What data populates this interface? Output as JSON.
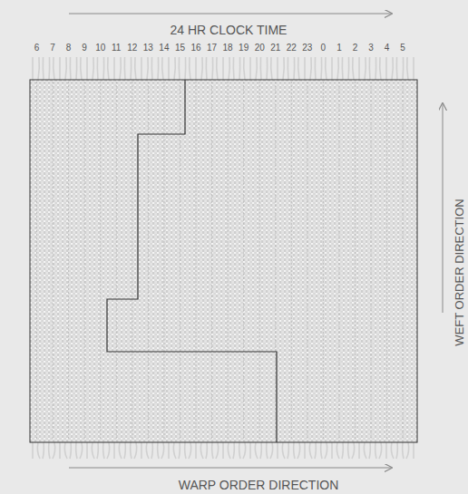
{
  "diagram": {
    "labels": [
      "24 HR CLOCK TIME",
      "6",
      "7",
      "8",
      "9",
      "10",
      "11",
      "12",
      "13",
      "14",
      "15",
      "16",
      "17",
      "18",
      "19",
      "20",
      "21",
      "22",
      "23",
      "0",
      "1",
      "2",
      "3",
      "4",
      "5",
      "WEFT ORDER DIRECTION",
      "WARP ORDER DIRECTION"
    ]
  }
}
